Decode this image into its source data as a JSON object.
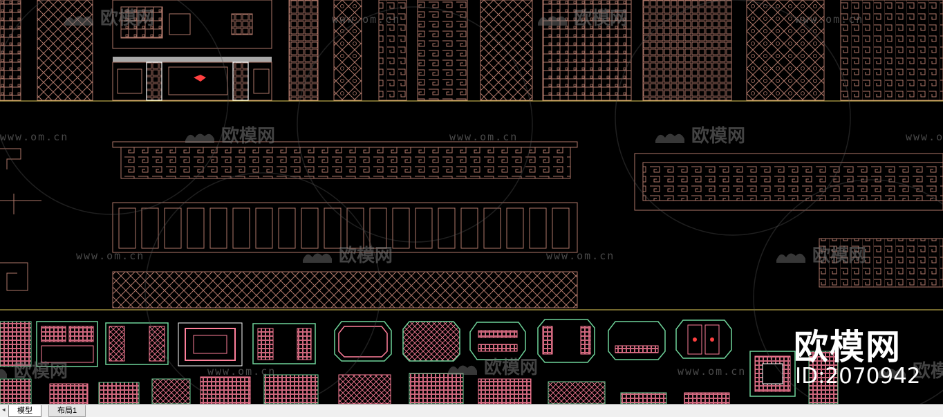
{
  "watermark": {
    "brand": "欧模网",
    "url": "www.om.cn"
  },
  "overlay": {
    "logo": "欧模网",
    "id_text": "ID:2070942"
  },
  "colors": {
    "background": "#000000",
    "line_brown": "#b0786a",
    "line_pink": "#ff7f9a",
    "line_green": "#6fd49a",
    "line_yellow": "#e6d15a",
    "line_white": "#ffffff",
    "line_gray": "#8a8a8a"
  },
  "tabs": [
    {
      "label": "模型",
      "active": true
    },
    {
      "label": "布局1",
      "active": false
    }
  ]
}
